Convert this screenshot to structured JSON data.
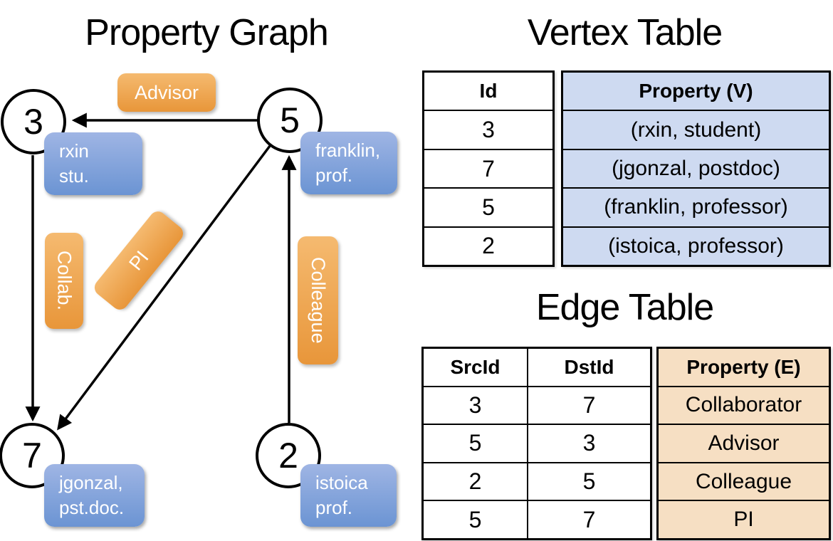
{
  "graph": {
    "title": "Property Graph",
    "nodes": [
      {
        "id": "3",
        "prop_line1": "rxin",
        "prop_line2": "stu."
      },
      {
        "id": "5",
        "prop_line1": "franklin,",
        "prop_line2": "prof."
      },
      {
        "id": "7",
        "prop_line1": "jgonzal,",
        "prop_line2": "pst.doc."
      },
      {
        "id": "2",
        "prop_line1": "istoica",
        "prop_line2": "prof."
      }
    ],
    "edge_labels": {
      "advisor": "Advisor",
      "collab": "Collab.",
      "pi": "PI",
      "colleague": "Colleague"
    },
    "edges": [
      {
        "src": "5",
        "dst": "3",
        "label": "Advisor"
      },
      {
        "src": "3",
        "dst": "7",
        "label": "Collab."
      },
      {
        "src": "5",
        "dst": "7",
        "label": "PI"
      },
      {
        "src": "2",
        "dst": "5",
        "label": "Colleague"
      }
    ]
  },
  "vertex_table": {
    "title": "Vertex Table",
    "headers": {
      "id": "Id",
      "property": "Property (V)"
    },
    "rows": [
      {
        "id": "3",
        "property": "(rxin, student)"
      },
      {
        "id": "7",
        "property": "(jgonzal, postdoc)"
      },
      {
        "id": "5",
        "property": "(franklin, professor)"
      },
      {
        "id": "2",
        "property": "(istoica, professor)"
      }
    ]
  },
  "edge_table": {
    "title": "Edge Table",
    "headers": {
      "src": "SrcId",
      "dst": "DstId",
      "property": "Property (E)"
    },
    "rows": [
      {
        "src": "3",
        "dst": "7",
        "property": "Collaborator"
      },
      {
        "src": "5",
        "dst": "3",
        "property": "Advisor"
      },
      {
        "src": "2",
        "dst": "5",
        "property": "Colleague"
      },
      {
        "src": "5",
        "dst": "7",
        "property": "PI"
      }
    ]
  },
  "colors": {
    "edge_label_gradient_top": "#f5ba70",
    "edge_label_gradient_bottom": "#e8963a",
    "vertex_label_gradient_top": "#9fb5e4",
    "vertex_label_gradient_bottom": "#6b94d3",
    "vertex_property_column_fill": "#cedaf1",
    "edge_property_column_fill": "#f6dfc3",
    "line_color": "#000000",
    "label_text_color": "#ffffff"
  }
}
